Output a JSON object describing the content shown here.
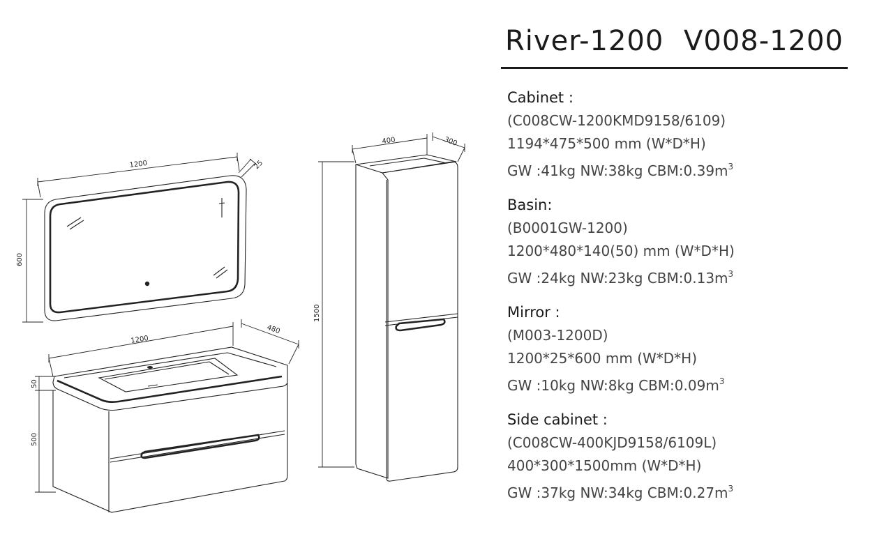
{
  "header": {
    "model": "River-1200",
    "code": "V008-1200"
  },
  "drawing": {
    "mirror": {
      "width_label": "1200",
      "depth_label": "25",
      "height_label": "600"
    },
    "basin_cabinet": {
      "width_label": "1200",
      "depth_label": "480",
      "basin_height_label": "50",
      "cabinet_height_label": "500"
    },
    "side_cabinet": {
      "width_label": "400",
      "depth_label": "300",
      "height_label": "1500"
    }
  },
  "specs": [
    {
      "heading": "Cabinet :",
      "code": "(C008CW-1200KMD9158/6109)",
      "size": "1194*475*500 mm (W*D*H)",
      "weights": "GW :41kg  NW:38kg  CBM:0.39m",
      "sup": "3"
    },
    {
      "heading": "Basin:",
      "code": "(B0001GW-1200)",
      "size": "1200*480*140(50) mm (W*D*H)",
      "weights": "GW :24kg  NW:23kg  CBM:0.13m",
      "sup": "3"
    },
    {
      "heading": "Mirror :",
      "code": "(M003-1200D)",
      "size": "1200*25*600 mm (W*D*H)",
      "weights": "GW :10kg  NW:8kg  CBM:0.09m",
      "sup": "3"
    },
    {
      "heading": "Side cabinet :",
      "code": "(C008CW-400KJD9158/6109L)",
      "size": "400*300*1500mm (W*D*H)",
      "weights": "GW :37kg  NW:34kg  CBM:0.27m",
      "sup": "3"
    }
  ]
}
